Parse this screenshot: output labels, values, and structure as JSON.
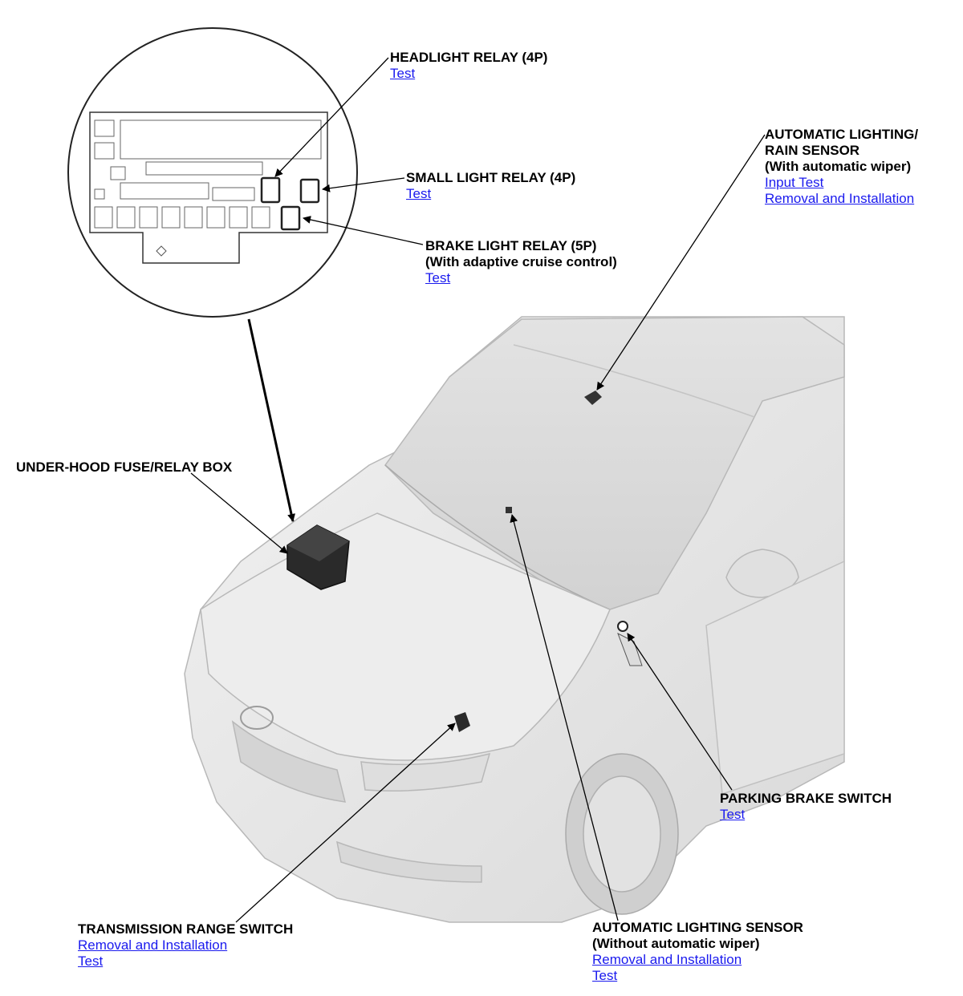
{
  "labels": {
    "headlight": {
      "title": "HEADLIGHT RELAY (4P)",
      "links": [
        "Test"
      ]
    },
    "small_light": {
      "title": "SMALL LIGHT RELAY (4P)",
      "links": [
        "Test"
      ]
    },
    "brake_light": {
      "title": "BRAKE LIGHT RELAY (5P)",
      "subtitle": "(With adaptive cruise control)",
      "links": [
        "Test"
      ]
    },
    "auto_rain": {
      "title_line1": "AUTOMATIC LIGHTING/",
      "title_line2": "RAIN SENSOR",
      "subtitle": "(With automatic wiper)",
      "links": [
        "Input Test",
        "Removal and Installation"
      ]
    },
    "fuse_box": {
      "title": "UNDER-HOOD FUSE/RELAY BOX"
    },
    "parking_brake": {
      "title": "PARKING BRAKE SWITCH",
      "links": [
        "Test"
      ]
    },
    "transmission": {
      "title": "TRANSMISSION RANGE SWITCH",
      "links": [
        "Removal and Installation",
        "Test"
      ]
    },
    "auto_lighting": {
      "title": "AUTOMATIC LIGHTING SENSOR",
      "subtitle": "(Without automatic wiper)",
      "links": [
        "Removal and Installation",
        "Test"
      ]
    }
  },
  "colors": {
    "link": "#1a1aee",
    "text": "#000000",
    "car_body": "#e9e9e9",
    "car_line": "#bdbdbd"
  }
}
